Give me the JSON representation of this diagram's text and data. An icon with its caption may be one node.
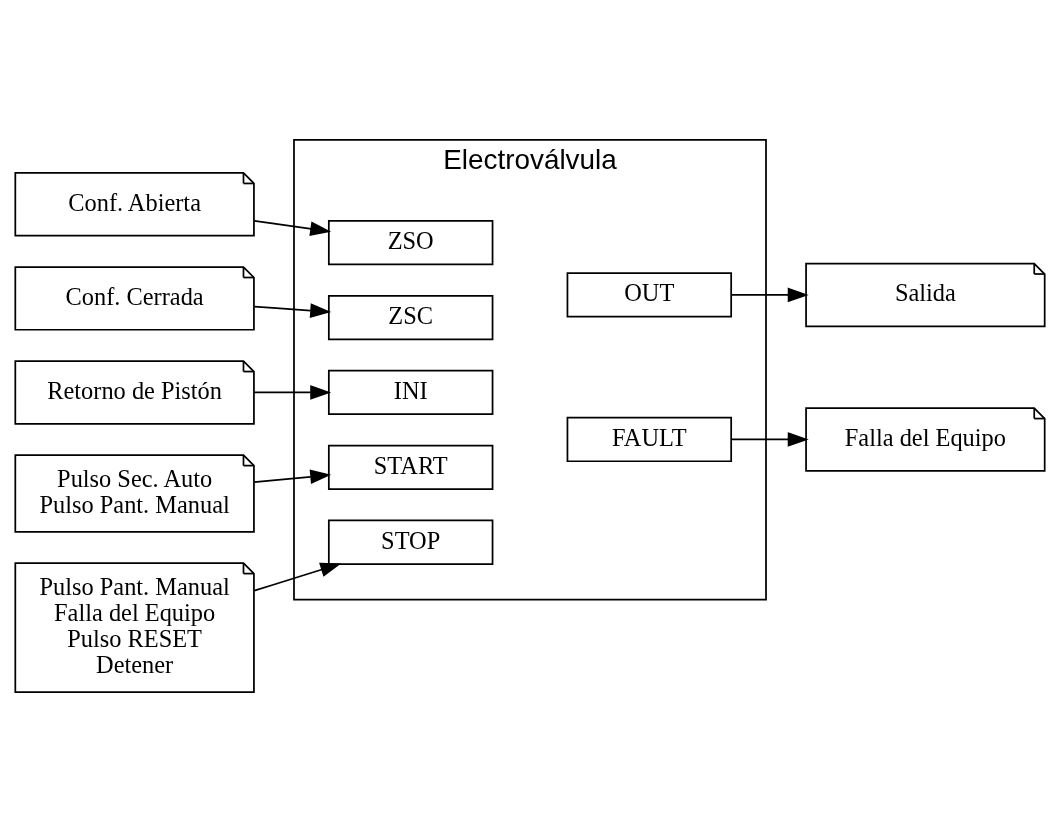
{
  "diagram": {
    "nodes": [
      {
        "text": [
          "Electroválvula"
        ]
      },
      {
        "text": [
          "Conf. Abierta"
        ]
      },
      {
        "text": [
          "ZSO"
        ],
        "in": 0
      },
      {
        "text": [
          "Conf. Cerrada"
        ]
      },
      {
        "text": [
          "ZSC"
        ],
        "in": 0
      },
      {
        "text": [
          "OUT"
        ],
        "in": 0
      },
      {
        "text": [
          "Salida"
        ]
      },
      {
        "text": [
          "Retorno de Pistón"
        ]
      },
      {
        "text": [
          "INI"
        ],
        "in": 0
      },
      {
        "text": [
          "Pulso Sec. Auto",
          "Pulso Pant. Manual"
        ]
      },
      {
        "text": [
          "START"
        ],
        "in": 0
      },
      {
        "text": [
          "FAULT"
        ],
        "in": 0
      },
      {
        "text": [
          "Falla del Equipo"
        ]
      },
      {
        "text": [
          "Pulso Pant. Manual",
          "Falla del Equipo",
          "Pulso RESET",
          "Detener"
        ]
      },
      {
        "text": [
          "STOP"
        ],
        "in": 0
      }
    ],
    "edges": [
      {
        "from": 1,
        "to": 2,
        "arrow": "to"
      },
      {
        "from": 3,
        "to": 4,
        "arrow": "to"
      },
      {
        "from": 5,
        "to": 6,
        "arrow": "to"
      },
      {
        "from": 7,
        "to": 8,
        "arrow": "to"
      },
      {
        "from": 9,
        "to": 10,
        "arrow": "to"
      },
      {
        "from": 11,
        "to": 12,
        "arrow": "to"
      },
      {
        "from": 13,
        "to": 14,
        "arrow": "to"
      }
    ]
  }
}
